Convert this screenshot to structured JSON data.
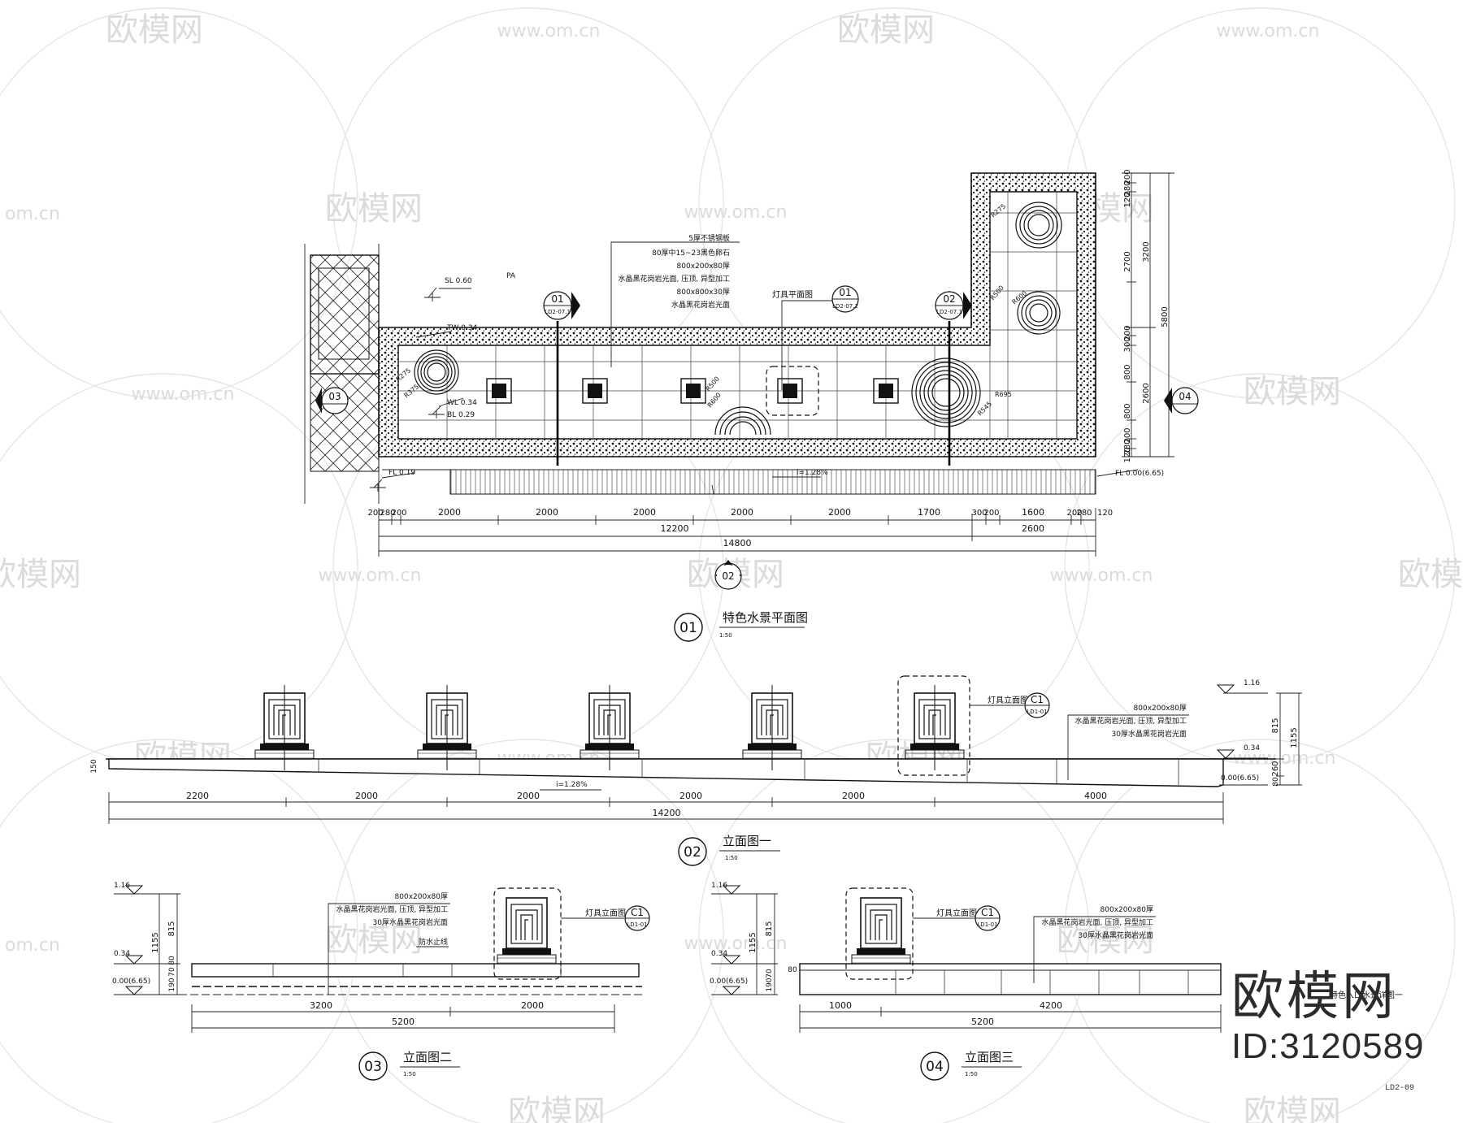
{
  "watermark": {
    "brand": "欧模网",
    "site": "www.om.cn",
    "site_fragment": "om.cn"
  },
  "brand": {
    "name": "欧模网",
    "id": "ID:3120589"
  },
  "sheet_number": "LD2-09",
  "plan": {
    "title_no": "01",
    "title": "特色水景平面图",
    "scale": "1:50",
    "levels": {
      "sl": "SL 0.60",
      "tw": "TW 0.34",
      "wl": "WL 0.34",
      "bl": "BL 0.29",
      "fl_left": "FL 0.19",
      "fl_right": "FL 0.00(6.65)",
      "pa": "PA",
      "slope": "i=1.28%"
    },
    "material_notes": [
      "5厚不锈钢板",
      "80厚中15~23黑色卵石",
      "800x200x80厚",
      "水晶黑花岗岩光面, 压顶, 异型加工",
      "800x800x30厚",
      "水晶黑花岗岩光面"
    ],
    "light_ref": {
      "label": "灯具平面图",
      "no": "01",
      "sheet": "LD2-07.2"
    },
    "section_marks": [
      {
        "no": "01",
        "sheet": "LD2-07.1"
      },
      {
        "no": "02",
        "sheet": "LD2-07.1"
      },
      {
        "no": "03",
        "sheet": ""
      },
      {
        "no": "04",
        "sheet": ""
      },
      {
        "no": "02",
        "sheet": ""
      }
    ],
    "radius_labels": [
      "R275",
      "R375",
      "R500",
      "R600",
      "R275",
      "R500",
      "R600",
      "R695",
      "R545"
    ],
    "dims_row1": [
      "200",
      "280",
      "200",
      "2000",
      "2000",
      "2000",
      "2000",
      "2000",
      "1700",
      "300",
      "200",
      "1600",
      "200",
      "280",
      "120"
    ],
    "dims_row2": [
      "12200",
      "2600"
    ],
    "dims_row3": [
      "14800"
    ],
    "dims_right": [
      "200",
      "280",
      "120",
      "2700",
      "3200",
      "200",
      "300",
      "800",
      "800",
      "2600",
      "200",
      "5800",
      "120",
      "280"
    ]
  },
  "elev1": {
    "title_no": "02",
    "title": "立面图一",
    "scale": "1:50",
    "levels": {
      "top": "1.16",
      "mid": "0.34",
      "base": "0.00(6.65)"
    },
    "slope": "i=1.28%",
    "notes": [
      "800x200x80厚",
      "水晶黑花岗岩光面, 压顶, 异型加工",
      "30厚水晶黑花岗岩光面"
    ],
    "light_ref": {
      "label": "灯具立面图",
      "no": "C1",
      "sheet": "LD1-01"
    },
    "dims_row1": [
      "2200",
      "2000",
      "2000",
      "2000",
      "2000",
      "4000"
    ],
    "dims_row2": [
      "14200"
    ],
    "dims_right": [
      "815",
      "1155",
      "260",
      "80"
    ],
    "left_dim": "150"
  },
  "elev2": {
    "title_no": "03",
    "title": "立面图二",
    "scale": "1:50",
    "levels": {
      "top": "1.16",
      "mid": "0.34",
      "base": "0.00(6.65)"
    },
    "notes": [
      "800x200x80厚",
      "水晶黑花岗岩光面, 压顶, 异型加工",
      "30厚水晶黑花岗岩光面",
      "防水止线"
    ],
    "light_ref": {
      "label": "灯具立面图",
      "no": "C1",
      "sheet": "LD1-01"
    },
    "dims_row1": [
      "3200",
      "2000"
    ],
    "dims_row2": [
      "5200"
    ],
    "dims_left": [
      "815",
      "1155",
      "190",
      "70",
      "80"
    ]
  },
  "elev3": {
    "title_no": "04",
    "title": "立面图三",
    "scale": "1:50",
    "levels": {
      "top": "1.16",
      "mid": "0.34",
      "base": "0.00(6.65)"
    },
    "notes": [
      "800x200x80厚",
      "水晶黑花岗岩光面, 压顶, 异型加工",
      "30厚水晶黑花岗岩光面"
    ],
    "light_ref": {
      "label": "灯具立面图",
      "no": "C1",
      "sheet": "LD1-01"
    },
    "dims_row1": [
      "1000",
      "4200"
    ],
    "dims_row2": [
      "5200"
    ],
    "dims_left": [
      "815",
      "1155",
      "190",
      "70",
      "80"
    ],
    "overlap_text": "特色入口水景详图一"
  }
}
